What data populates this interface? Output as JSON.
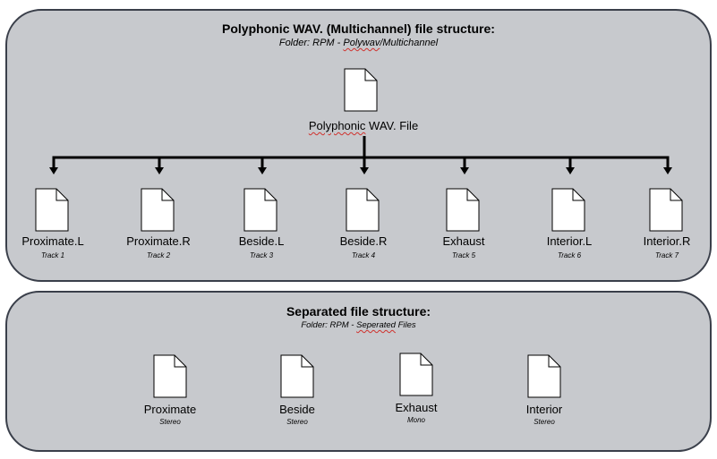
{
  "polyphonic": {
    "title": "Polyphonic WAV. (Multichannel) file structure:",
    "folder_prefix": "Folder: RPM - ",
    "folder_name_a": "Polywav",
    "folder_name_b": "/Multichannel",
    "root_label_a": "Polyphonic",
    "root_label_b": " WAV. File",
    "tracks": [
      {
        "label": "Proximate.L",
        "sub": "Track 1"
      },
      {
        "label": "Proximate.R",
        "sub": "Track 2"
      },
      {
        "label": "Beside.L",
        "sub": "Track 3"
      },
      {
        "label": "Beside.R",
        "sub": "Track 4"
      },
      {
        "label": "Exhaust",
        "sub": "Track 5"
      },
      {
        "label": "Interior.L",
        "sub": "Track 6"
      },
      {
        "label": "Interior.R",
        "sub": "Track 7"
      }
    ]
  },
  "separated": {
    "title": "Separated file structure:",
    "folder_prefix": "Folder: RPM - ",
    "folder_name_a": "Seperated",
    "folder_name_b": " Files",
    "files": [
      {
        "label": "Proximate",
        "sub": "Stereo"
      },
      {
        "label": "Beside",
        "sub": "Stereo"
      },
      {
        "label": "Exhaust",
        "sub": "Mono"
      },
      {
        "label": "Interior",
        "sub": "Stereo"
      }
    ]
  },
  "colors": {
    "panel_fill": "#c7c9cd",
    "panel_border": "#3a3f4a",
    "spellcheck_underline": "#d0312d"
  },
  "icons": {
    "file": "document-icon"
  }
}
